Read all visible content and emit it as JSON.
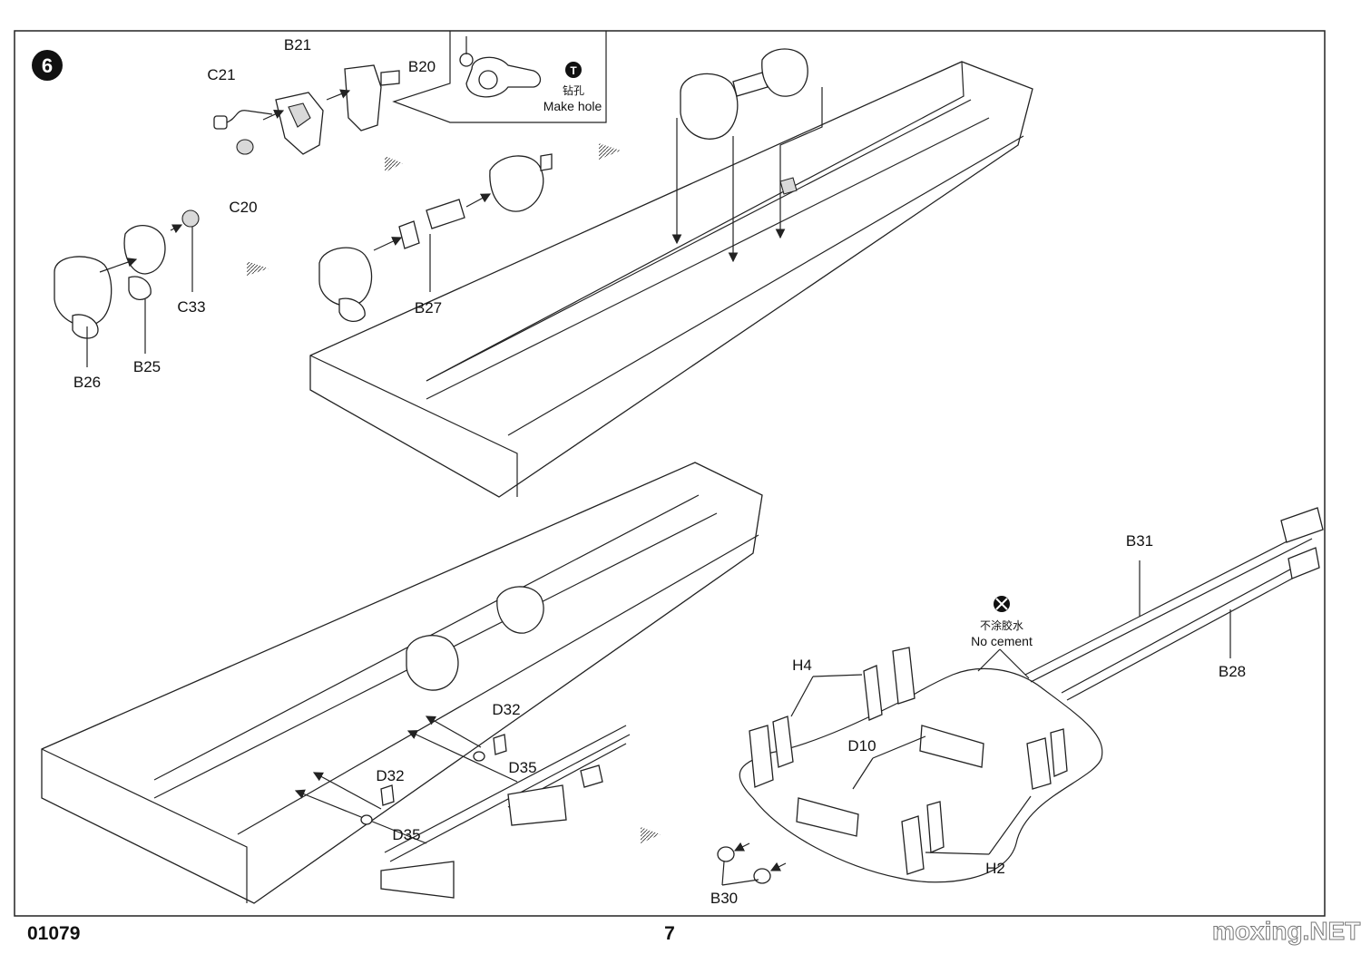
{
  "step": {
    "number": "6"
  },
  "drill_callout": {
    "symbol": "T",
    "text_cn": "钻孔",
    "text_en": "Make hole"
  },
  "no_cement_callout": {
    "text_cn": "不涂胶水",
    "text_en": "No cement"
  },
  "part_labels": {
    "C21": "C21",
    "B21": "B21",
    "B20": "B20",
    "C20": "C20",
    "C33": "C33",
    "B25": "B25",
    "B26": "B26",
    "B27": "B27",
    "D32_a": "D32",
    "D35_a": "D35",
    "D32_b": "D32",
    "D35_b": "D35",
    "H4": "H4",
    "D10": "D10",
    "H2": "H2",
    "B30": "B30",
    "B31": "B31",
    "B28": "B28"
  },
  "footer": {
    "code": "01079",
    "page": "7"
  },
  "watermark": {
    "text": "moxing.NET"
  }
}
